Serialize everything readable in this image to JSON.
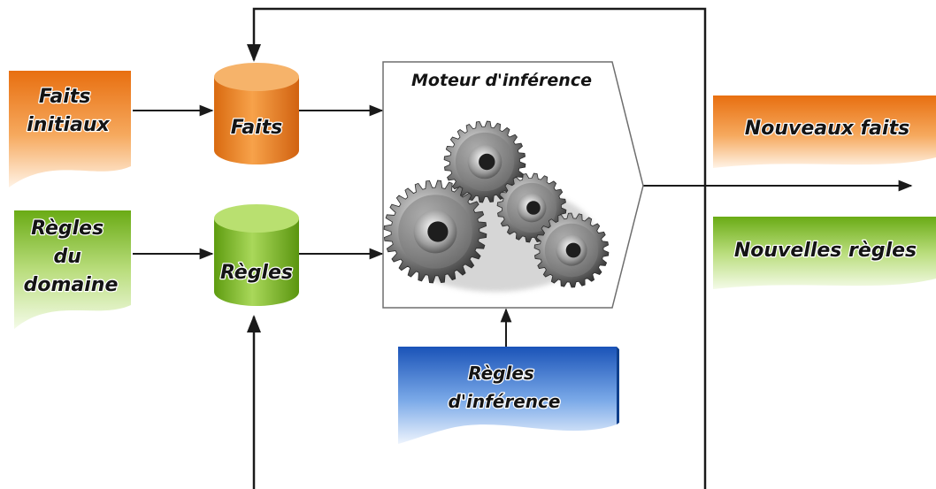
{
  "inputs": {
    "faits_initiaux": [
      "Faits",
      "initiaux"
    ],
    "regles_domaine": [
      "Règles",
      "du",
      "domaine"
    ]
  },
  "stores": {
    "faits": "Faits",
    "regles": "Règles"
  },
  "engine": {
    "title": "Moteur d'inférence",
    "icon": "gears-icon"
  },
  "inference_rules": [
    "Règles",
    "d'inférence"
  ],
  "outputs": {
    "nouveaux_faits": "Nouveaux faits",
    "nouvelles_regles": "Nouvelles règles"
  },
  "colors": {
    "orange": "#f0882a",
    "orange_light": "#ffe7cc",
    "green": "#7fbb24",
    "green_light": "#e8f5d5",
    "blue": "#1b5fc4",
    "blue_light": "#dce9fb",
    "line": "#1a1a1a"
  }
}
